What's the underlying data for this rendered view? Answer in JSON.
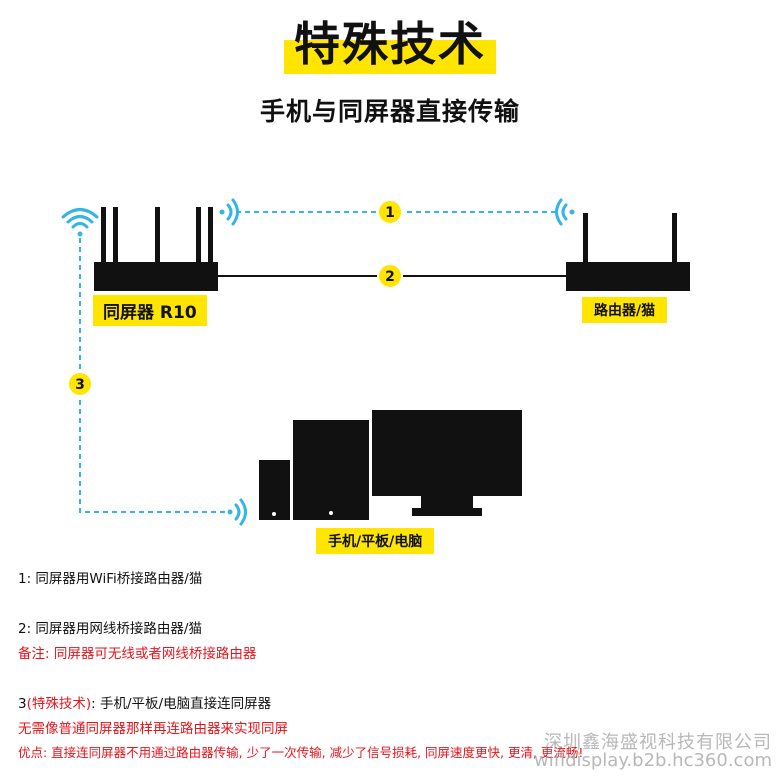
{
  "header": {
    "title": "特殊技术",
    "subtitle": "手机与同屏器直接传输"
  },
  "diagram": {
    "nodes": {
      "screen_mirror": {
        "label": "同屏器 R10"
      },
      "router": {
        "label": "路由器/猫"
      },
      "devices": {
        "label": "手机/平板/电脑"
      }
    },
    "connections": [
      {
        "number": "1",
        "style": "dashed-wifi"
      },
      {
        "number": "2",
        "style": "solid-cable"
      },
      {
        "number": "3",
        "style": "dashed-wifi"
      }
    ]
  },
  "notes": {
    "line1": "1: 同屏器用WiFi桥接路由器/猫",
    "line2": "2: 同屏器用网线桥接路由器/猫",
    "line3": "备注: 同屏器可无线或者网线桥接路由器",
    "line4_prefix": "3",
    "line4_highlight": "(特殊技术)",
    "line4_rest": ": 手机/平板/电脑直接连同屏器",
    "line5": "无需像普通同屏器那样再连路由器来实现同屏",
    "line6": "优点: 直接连同屏器不用通过路由器传输, 少了一次传输, 减少了信号损耗, 同屏速度更快, 更清, 更流畅!"
  },
  "watermark": {
    "company": "深圳鑫海盛视科技有限公司",
    "site": "wifidisplay.b2b.hc360.com"
  },
  "colors": {
    "highlight": "#ffe500",
    "wifi_blue": "#33b5e5",
    "text_red": "#e8141c",
    "device_black": "#111111"
  }
}
